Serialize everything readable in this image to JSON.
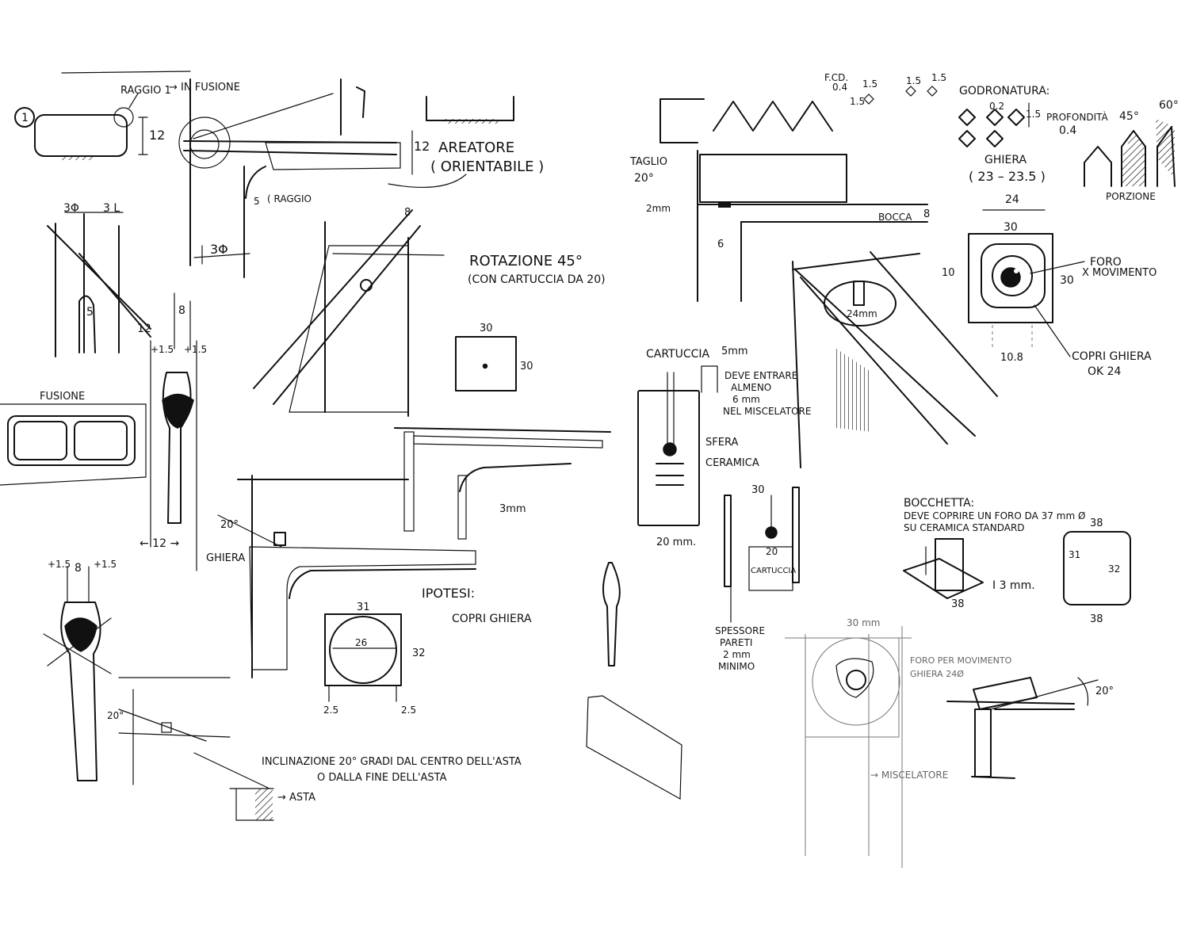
{
  "labels": {
    "n1": "1",
    "raggio1": "RAGGIO 1",
    "in_fusione": "→ IN FUSIONE",
    "d12a": "12",
    "areatore_1": "AREATORE",
    "areatore_2": "( ORIENTABILE )",
    "d12b": "12",
    "d5a": "5",
    "raggio": "( RAGGIO",
    "d3phi": "3Φ",
    "d3l": "3 L",
    "d3phi2": "3Φ",
    "d5b": "5",
    "d12c": "12",
    "d8a": "8",
    "p15a": "+1.5",
    "p15b": "+1.5",
    "fusione": "FUSIONE",
    "rot_1": "ROTAZIONE 45°",
    "rot_2": "(CON CARTUCCIA DA 20)",
    "d8b": "8",
    "d30a": "30",
    "d30b": "30",
    "d3mm": "3mm",
    "d20deg": "20°",
    "ghiera_l": "GHIERA",
    "ipotesi": "IPOTESI:",
    "d31": "31",
    "d26": "26",
    "d32": "32",
    "copri_ghiera": "COPRI GHIERA",
    "d25a": "2.5",
    "d25b": "2.5",
    "p15c": "+1.5",
    "d8c": "8",
    "p15d": "+1.5",
    "d12d": "← 12 →",
    "d20deg2": "20°",
    "incl_1": "INCLINAZIONE 20° GRADI DAL CENTRO DELL'ASTA",
    "incl_2": "O DALLA FINE DELL'ASTA",
    "asta": "→ ASTA",
    "fcd": "F.CD.",
    "d04a": "0.4",
    "d15a": "1.5",
    "d15b": "1.5",
    "d15c": "1.5",
    "d15d": "1.5",
    "d02": "0.2",
    "godronatura": "GODRONATURA:",
    "profondita": "PROFONDITÀ",
    "d04b": "0.4",
    "d15e": "1.5",
    "d45": "45°",
    "d60": "60°",
    "ghiera_2": "GHIERA",
    "ghiera_range": "( 23 – 23.5 )",
    "porzione": "PORZIONE",
    "taglio": "TAGLIO",
    "d20deg3": "20°",
    "d2mm": "2mm",
    "bocca": "BOCCA",
    "d8d": "8",
    "d6": "6",
    "d24a": "24",
    "d30c": "30",
    "foro_1": "FORO",
    "foro_2": "X MOVIMENTO",
    "d10": "10",
    "d30d": "30",
    "d108": "10.8",
    "copri_1": "COPRI GHIERA",
    "copri_2": "OK 24",
    "d24mm": "24mm",
    "cartuccia": "CARTUCCIA",
    "d5mm": "5mm",
    "deve_1": "DEVE ENTRARE",
    "deve_2": "ALMENO",
    "deve_3": "6 mm",
    "deve_4": "NEL MISCELATORE",
    "sfera": "SFERA",
    "ceramica": "CERAMICA",
    "d20mm": "20 mm.",
    "d30e": "30",
    "d20": "20",
    "cartuccia_small": "CARTUCCIA",
    "spess_1": "SPESSORE",
    "spess_2": "PARETI",
    "spess_3": "2 mm",
    "spess_4": "MINIMO",
    "boccheta_1": "BOCCHETTA:",
    "boccheta_2": "DEVE COPRIRE UN FORO DA 37 mm Ø",
    "boccheta_3": "SU CERAMICA STANDARD",
    "d38a": "38",
    "d3mm2": "I 3 mm.",
    "d38b": "38",
    "d31b": "31",
    "d32b": "32",
    "d38c": "38",
    "d30mm": "30 mm",
    "foro_mov": "FORO PER MOVIMENTO",
    "ghiera_24": "GHIERA 24Ø",
    "miscelatore": "→ MISCELATORE",
    "d20deg4": "20°"
  },
  "colors": {
    "ink": "#111111",
    "pencil": "#777777",
    "paper": "#ffffff"
  }
}
